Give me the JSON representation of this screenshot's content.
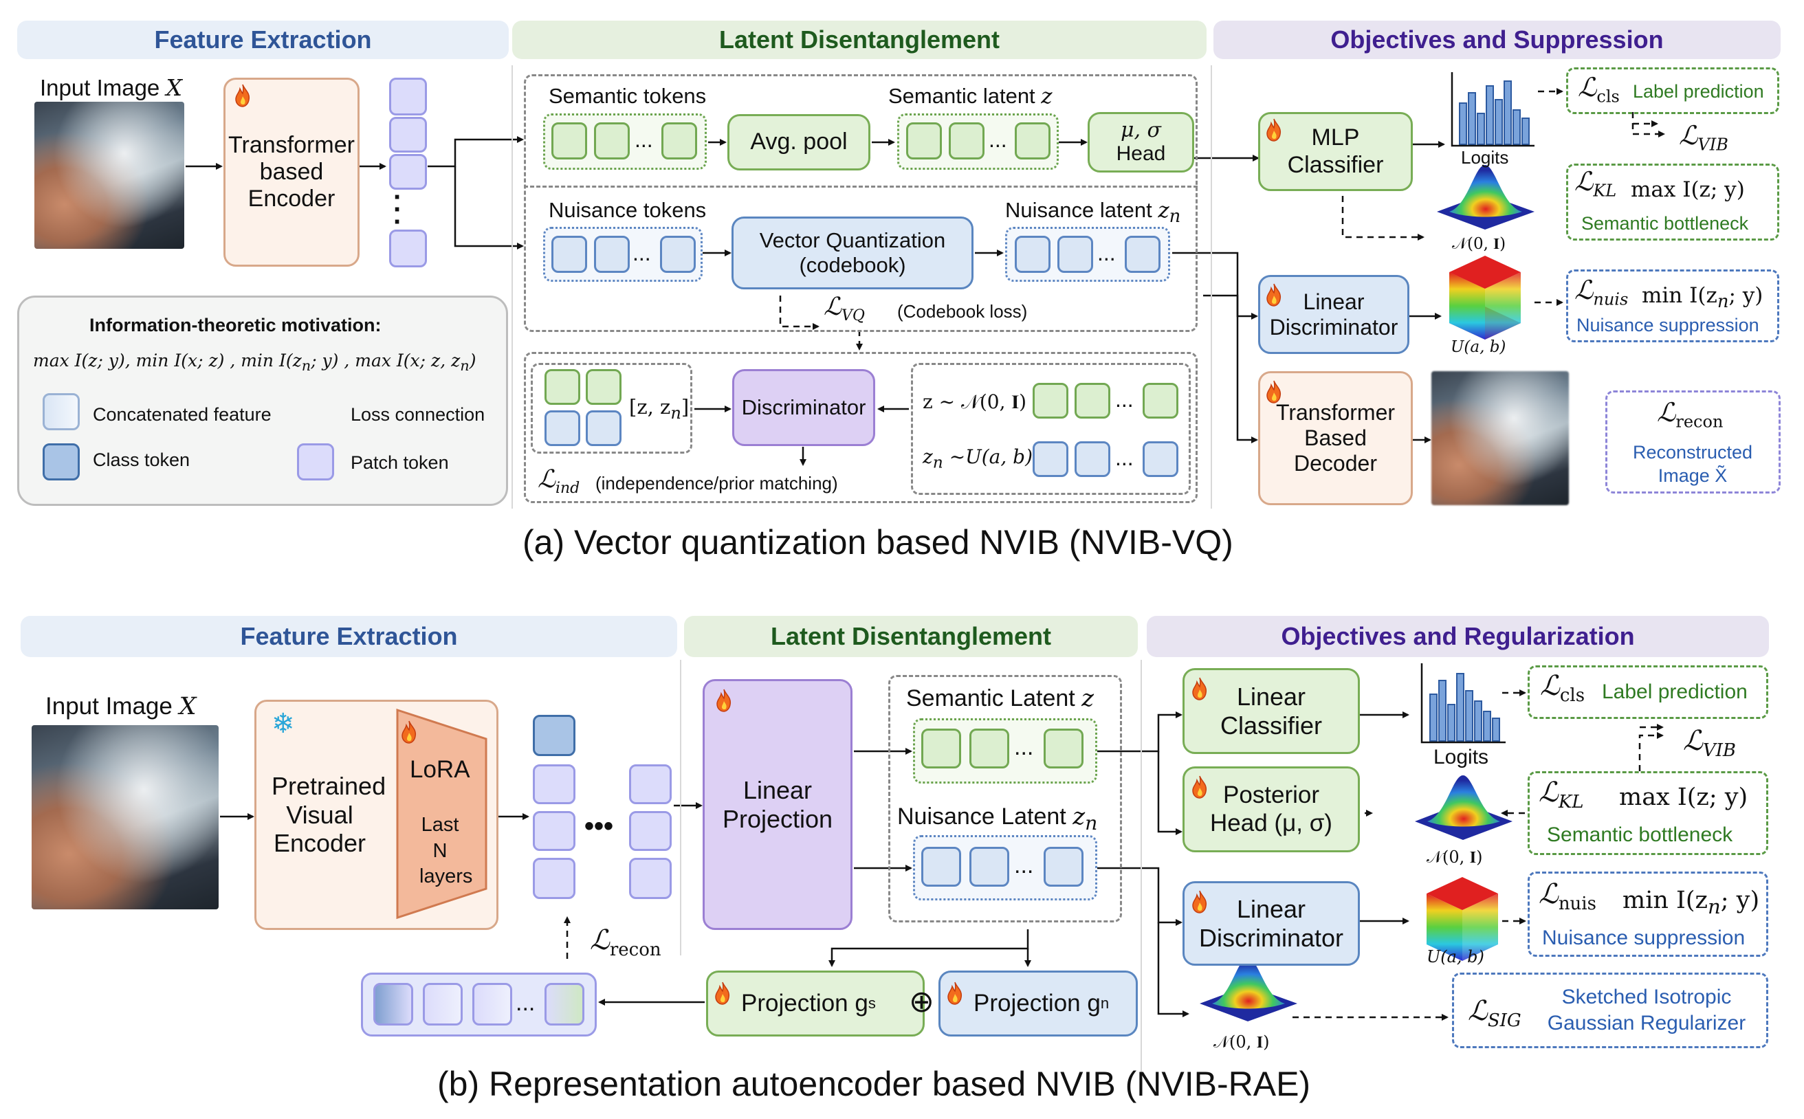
{
  "panel_a": {
    "bands": {
      "feature": "Feature Extraction",
      "latent": "Latent Disentanglement",
      "objectives": "Objectives and Suppression"
    },
    "input_image": "Input Image",
    "input_image_var": "X",
    "encoder": [
      "Transformer",
      "based",
      "Encoder"
    ],
    "semantic_tokens": "Semantic tokens",
    "avg_pool": "Avg. pool",
    "semantic_latent": "Semantic latent",
    "semantic_latent_var": "z",
    "mu_sigma": "μ, σ",
    "head": "Head",
    "nuisance_tokens": "Nuisance tokens",
    "vq": [
      "Vector Quantization",
      "(codebook)"
    ],
    "nuisance_latent": "Nuisance latent",
    "nuisance_latent_var": "z",
    "l_vq": "ℒ",
    "l_vq_sub": "VQ",
    "codebook_loss": "(Codebook loss)",
    "concat_label": "[z, z",
    "concat_label_sub": "n",
    "concat_close": "]",
    "discriminator": "Discriminator",
    "prior_z": "z ~ 𝒩(0, 𝐈)",
    "prior_zn": "~U(a, b)",
    "prior_zn_var": "z",
    "l_ind": "ℒ",
    "l_ind_sub": "ind",
    "l_ind_text": "(independence/prior matching)",
    "mlp": [
      "MLP",
      "Classifier"
    ],
    "logits": "Logits",
    "normal": "𝒩(0, 𝐈)",
    "lin_disc": [
      "Linear",
      "Discriminator"
    ],
    "uniform": "U(a, b)",
    "decoder": [
      "Transformer",
      "Based",
      "Decoder"
    ],
    "l_cls": "ℒ",
    "l_cls_sub": "cls",
    "label_prediction": "Label prediction",
    "l_vib": "ℒ",
    "l_vib_sub": "VIB",
    "l_kl": "ℒ",
    "l_kl_sub": "KL",
    "max_i": "max I(z; y)",
    "semantic_bottleneck": "Semantic bottleneck",
    "l_nuis": "ℒ",
    "l_nuis_sub": "nuis",
    "min_i": "min I(z",
    "min_i_tail": "; y)",
    "nuisance_suppression": "Nuisance suppression",
    "l_recon": "ℒ",
    "l_recon_sub": "recon",
    "reconstructed": [
      "Reconstructed",
      "Image X̃"
    ],
    "legend_title": "Information-theoretic motivation:",
    "legend_formula": "max I(z; y),  min I(x; z)  , min I(z",
    "legend_formula_mid": "; y) , max I(x; z, z",
    "legend_formula_end": ")",
    "legend_concat": "Concatenated feature",
    "legend_loss": "Loss connection",
    "legend_class": "Class token",
    "legend_patch": "Patch token",
    "caption": "(a) Vector quantization based NVIB (NVIB-VQ)"
  },
  "panel_b": {
    "bands": {
      "feature": "Feature Extraction",
      "latent": "Latent Disentanglement",
      "objectives": "Objectives and Regularization"
    },
    "input_image": "Input Image",
    "input_image_var": "X",
    "encoder": [
      "Pretrained",
      "Visual",
      "Encoder"
    ],
    "lora": "LoRA",
    "lora_layers": [
      "Last",
      "N",
      "layers"
    ],
    "linear_projection": [
      "Linear",
      "Projection"
    ],
    "semantic_latent": "Semantic Latent",
    "semantic_latent_var": "z",
    "nuisance_latent": "Nuisance Latent",
    "nuisance_latent_var": "z",
    "l_recon": "ℒ",
    "l_recon_sub": "recon",
    "proj_gs": "Projection g",
    "proj_gs_sub": "s",
    "proj_gn": "Projection g",
    "proj_gn_sub": "n",
    "oplus": "⊕",
    "lin_cls": [
      "Linear",
      "Classifier"
    ],
    "posterior": [
      "Posterior",
      "Head (μ, σ)"
    ],
    "lin_disc": [
      "Linear",
      "Discriminator"
    ],
    "logits": "Logits",
    "normal": "𝒩(0, 𝐈)",
    "uniform": "U(a, b)",
    "normal2": "𝒩(0, 𝐈)",
    "l_cls": "ℒ",
    "l_cls_sub": "cls",
    "label_prediction": "Label prediction",
    "l_vib": "ℒ",
    "l_vib_sub": "VIB",
    "l_kl": "ℒ",
    "l_kl_sub": "KL",
    "max_i": "max I(z; y)",
    "semantic_bottleneck": "Semantic bottleneck",
    "l_nuis": "ℒ",
    "l_nuis_sub": "nuis",
    "min_i": "min I(z",
    "min_i_tail": "; y)",
    "nuisance_suppression": "Nuisance suppression",
    "l_sig": "ℒ",
    "l_sig_sub": "SIG",
    "sig_text": [
      "Sketched Isotropic",
      "Gaussian Regularizer"
    ],
    "caption": "(b) Representation autoencoder based NVIB (NVIB-RAE)"
  },
  "colors": {
    "green": "#78ad55",
    "blue": "#5a86c0",
    "purple": "#9b7fd3",
    "orange": "#d8a88a"
  }
}
